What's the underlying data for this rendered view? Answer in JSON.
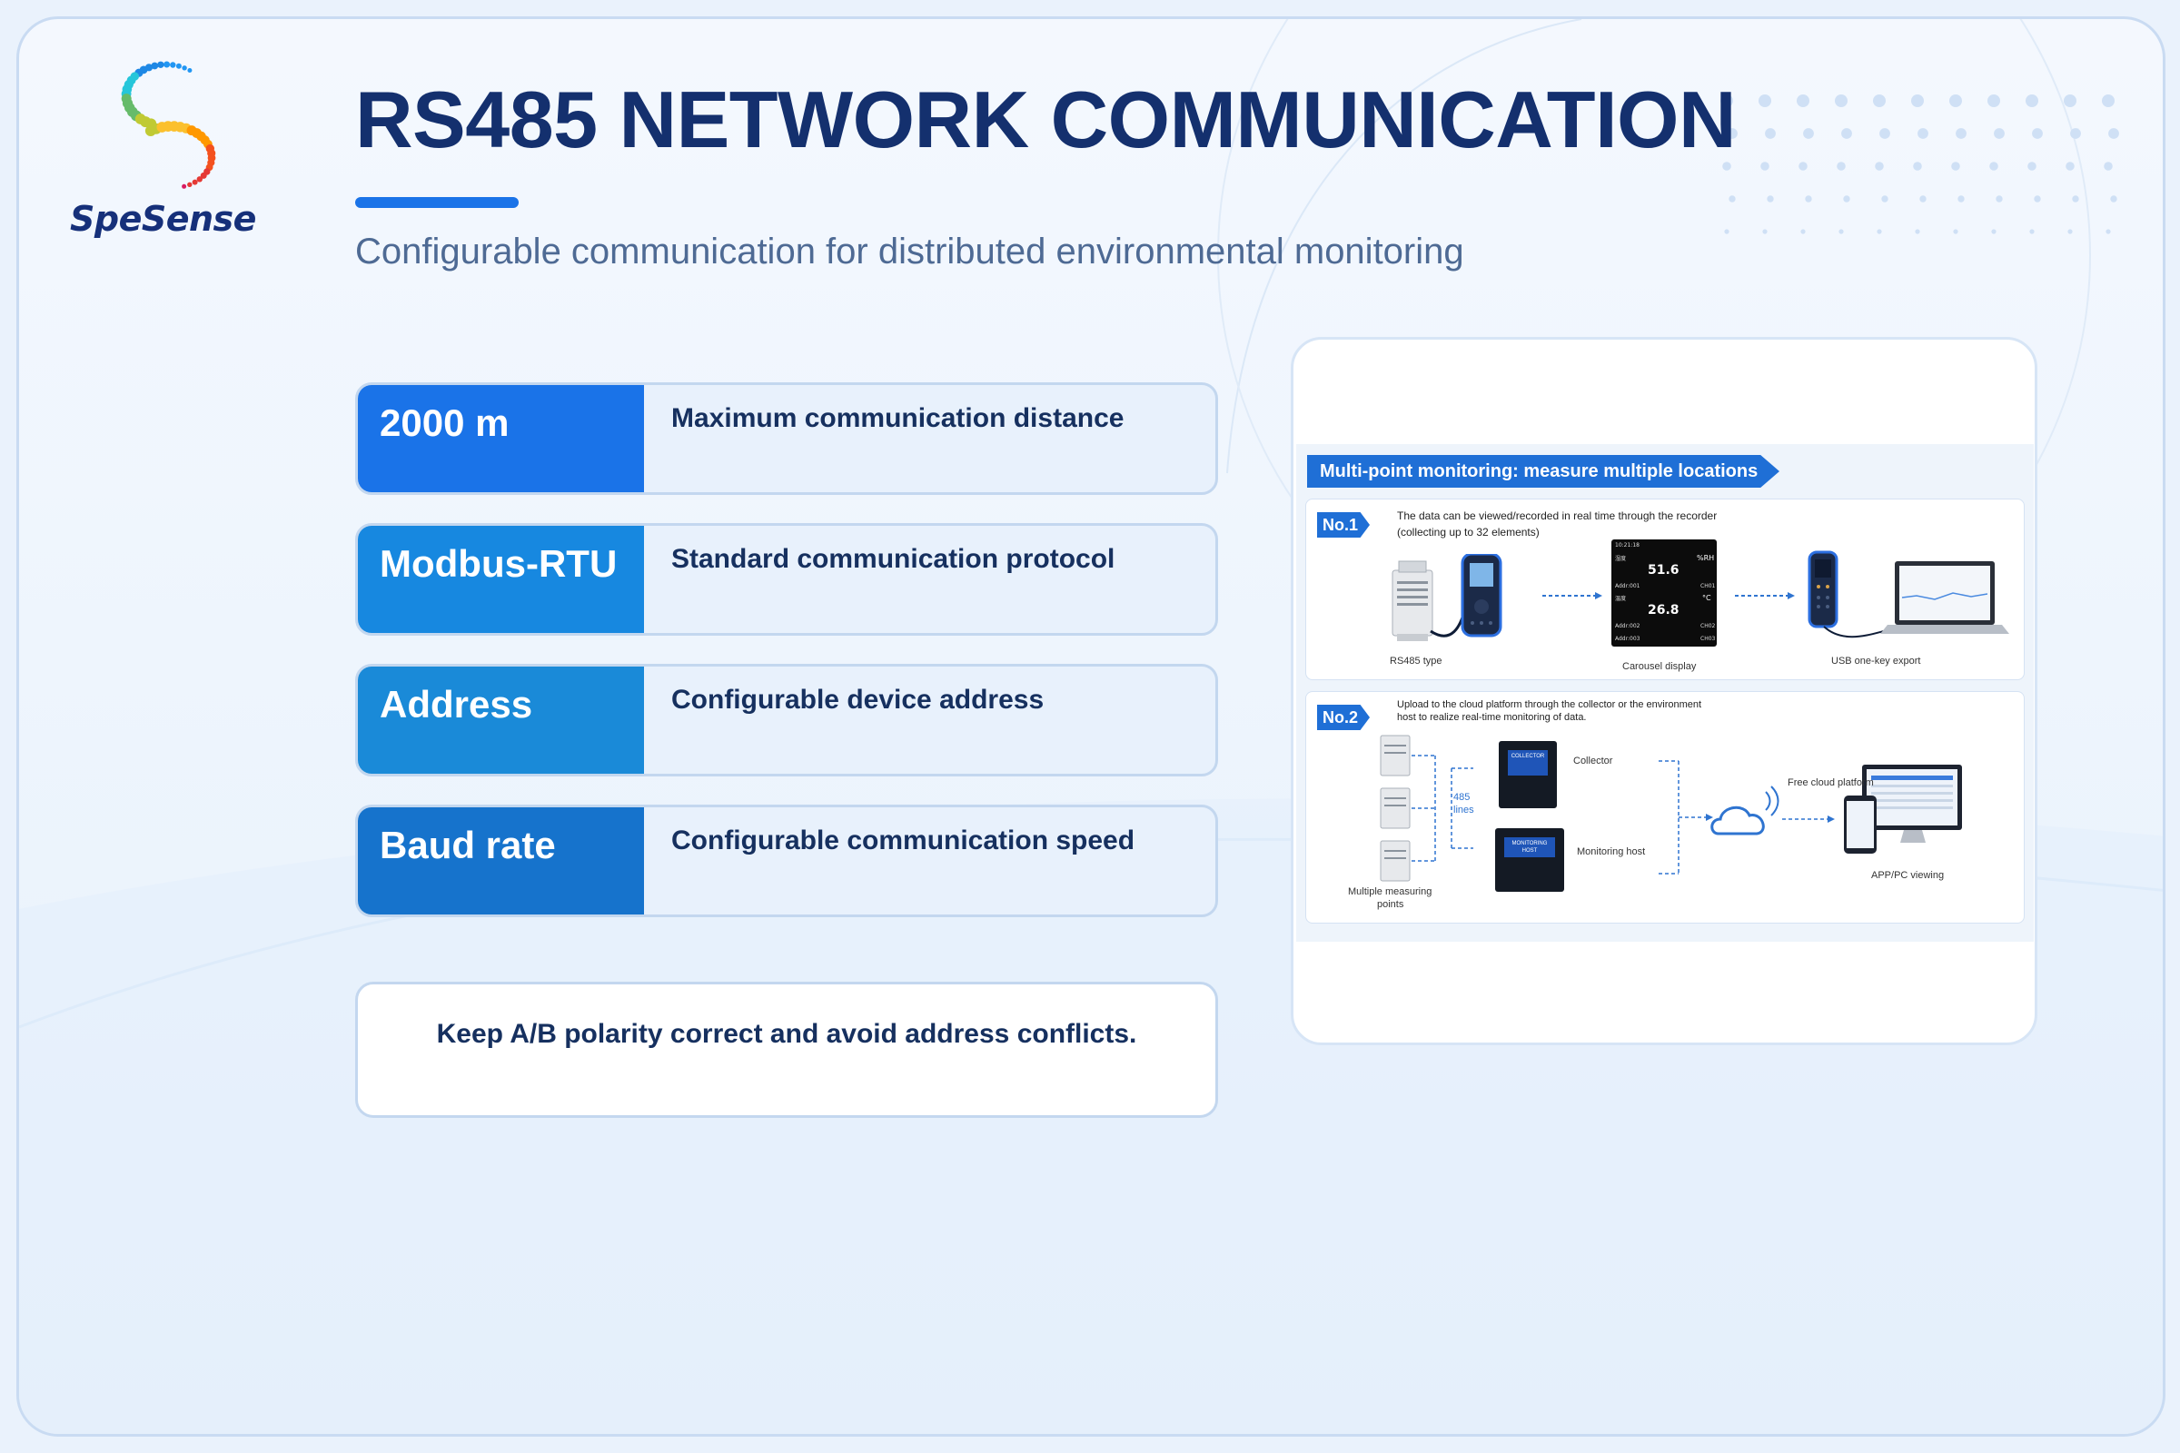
{
  "logo": {
    "text": "SpeSense"
  },
  "header": {
    "title": "RS485 NETWORK COMMUNICATION",
    "subtitle": "Configurable communication for distributed environmental monitoring"
  },
  "features": [
    {
      "key": "2000 m",
      "desc": "Maximum communication distance",
      "color": "#1a73e8"
    },
    {
      "key": "Modbus-RTU",
      "desc": "Standard communication protocol",
      "color": "#1788e0"
    },
    {
      "key": "Address",
      "desc": "Configurable device address",
      "color": "#1a8ad8"
    },
    {
      "key": "Baud rate",
      "desc": "Configurable communication speed",
      "color": "#1673cc"
    }
  ],
  "note": "Keep A/B polarity correct and avoid address conflicts.",
  "diagram": {
    "banner": "Multi-point monitoring: measure multiple locations",
    "no1": {
      "tag": "No.1",
      "text_line1": "The data can be viewed/recorded in real time through the recorder",
      "text_line2": "(collecting up to 32 elements)",
      "label_rs485": "RS485 type",
      "label_carousel": "Carousel display",
      "label_usb": "USB one-key export",
      "screen": {
        "time": "10:21:18",
        "label1": "湿度",
        "unit1": "%RH",
        "value1": "51.6",
        "addr1": "Addr:001",
        "ch1": "CH01",
        "label2": "温度",
        "unit2": "°C",
        "value2": "26.8",
        "addr2": "Addr:002",
        "ch2": "CH02",
        "addr3": "Addr:003",
        "ch3": "CH03"
      }
    },
    "no2": {
      "tag": "No.2",
      "text_line1": "Upload to the cloud platform through the collector or the environment",
      "text_line2": "host to realize real-time monitoring of data.",
      "label_collector": "Collector",
      "label_host": "Monitoring host",
      "label_485_1": "485",
      "label_485_2": "lines",
      "label_cloud": "Free cloud platform",
      "label_app": "APP/PC viewing",
      "label_points_1": "Multiple measuring",
      "label_points_2": "points",
      "collector_title": "COLLECTOR",
      "host_title": "MONITORING HOST"
    }
  }
}
